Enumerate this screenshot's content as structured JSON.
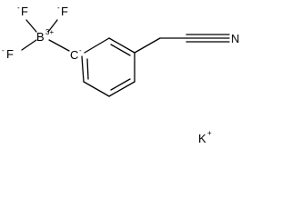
{
  "molecule": {
    "atoms": {
      "fluorine_top_left": {
        "symbol": "F",
        "charge": "-"
      },
      "fluorine_top_right": {
        "symbol": "F",
        "charge": "-"
      },
      "fluorine_left": {
        "symbol": "F",
        "charge": "-"
      },
      "boron": {
        "symbol": "B",
        "charge": "3+"
      },
      "carbanion": {
        "symbol": "C",
        "charge": "-"
      },
      "nitrogen": {
        "symbol": "N"
      }
    },
    "counterion": {
      "symbol": "K",
      "charge": "+"
    }
  }
}
